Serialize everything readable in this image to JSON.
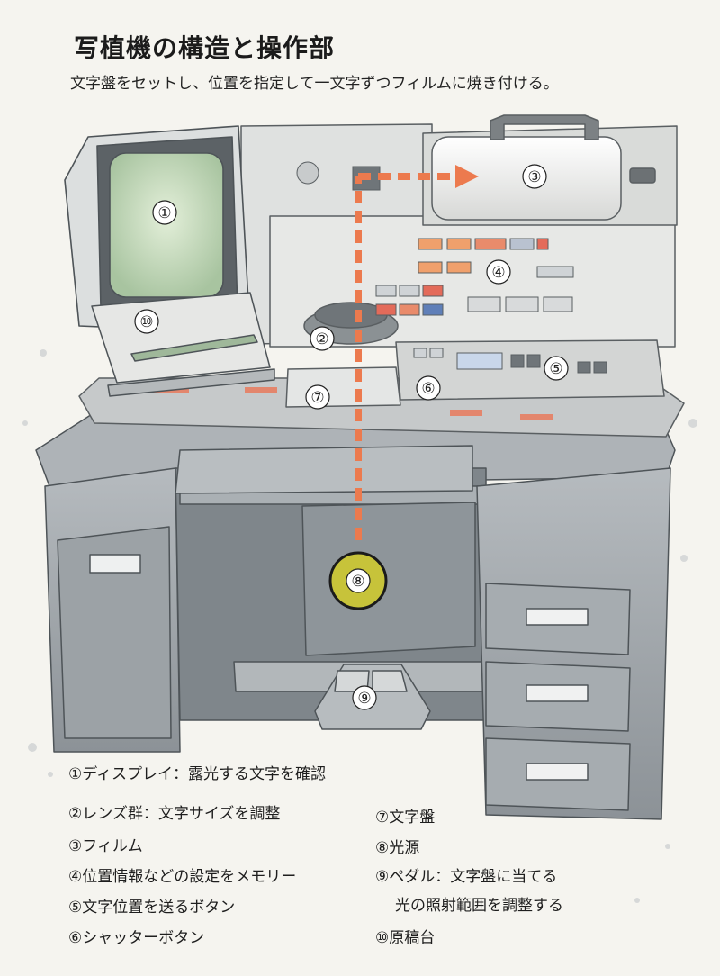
{
  "title": "写植機の構造と操作部",
  "subtitle": "文字盤をセットし、位置を指定して一文字ずつフィルムに焼き付ける。",
  "callouts": [
    {
      "num": "①",
      "label": "ディスプレイ：露光する文字を確認"
    },
    {
      "num": "②",
      "label": "レンズ群：文字サイズを調整"
    },
    {
      "num": "③",
      "label": "フィルム"
    },
    {
      "num": "④",
      "label": "位置情報などの設定をメモリー"
    },
    {
      "num": "⑤",
      "label": "文字位置を送るボタン"
    },
    {
      "num": "⑥",
      "label": "シャッターボタン"
    },
    {
      "num": "⑦",
      "label": "文字盤"
    },
    {
      "num": "⑧",
      "label": "光源"
    },
    {
      "num": "⑨",
      "label": "ペダル：文字盤に当てる",
      "label_line2": "光の照射範囲を調整する"
    },
    {
      "num": "⑩",
      "label": "原稿台"
    }
  ],
  "colors": {
    "arrow": "#ec7a4e",
    "light_source_ring": "#c7c33a",
    "screen": "#c9dcc0",
    "metal": "#bcc0c2",
    "desk": "#9aa0a5"
  }
}
